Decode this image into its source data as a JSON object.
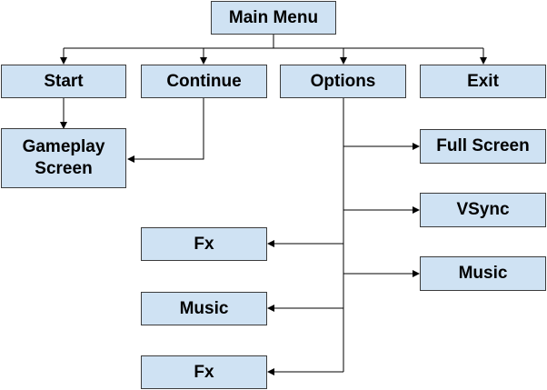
{
  "colors": {
    "node_fill": "#cfe2f3",
    "node_border": "#3c3c3c",
    "connector": "#000000"
  },
  "nodes": {
    "main_menu": "Main Menu",
    "start": "Start",
    "continue": "Continue",
    "options": "Options",
    "exit": "Exit",
    "gameplay_screen": "Gameplay\nScreen",
    "full_screen": "Full Screen",
    "vsync": "VSync",
    "music_right": "Music",
    "fx_left_1": "Fx",
    "music_left": "Music",
    "fx_left_2": "Fx"
  }
}
